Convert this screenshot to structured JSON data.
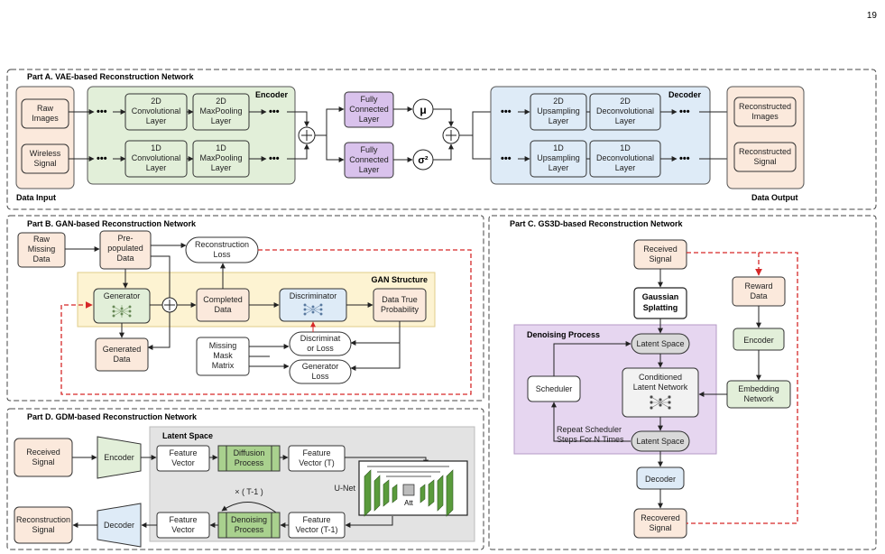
{
  "page_number": "19",
  "partA": {
    "title": "Part A. VAE-based Reconstruction Network",
    "raw_images": [
      "Raw",
      "Images"
    ],
    "wireless_signal": [
      "Wireless",
      "Signal"
    ],
    "data_input": "Data Input",
    "encoder": "Encoder",
    "conv2d": [
      "2D",
      "Convolutional",
      "Layer"
    ],
    "pool2d": [
      "2D",
      "MaxPooling",
      "Layer"
    ],
    "conv1d": [
      "1D",
      "Convolutional",
      "Layer"
    ],
    "pool1d": [
      "1D",
      "MaxPooling",
      "Layer"
    ],
    "fc1": [
      "Fully",
      "Connected",
      "Layer"
    ],
    "fc2": [
      "Fully",
      "Connected",
      "Layer"
    ],
    "mu": "μ",
    "sigma": "σ²",
    "decoder": "Decoder",
    "up2d": [
      "2D",
      "Upsampling",
      "Layer"
    ],
    "deconv2d": [
      "2D",
      "Deconvolutional",
      "Layer"
    ],
    "up1d": [
      "1D",
      "Upsampling",
      "Layer"
    ],
    "deconv1d": [
      "1D",
      "Deconvolutional",
      "Layer"
    ],
    "rec_images": [
      "Reconstructed",
      "Images"
    ],
    "rec_signal": [
      "Reconstructed",
      "Signal"
    ],
    "data_output": "Data Output"
  },
  "partB": {
    "title": "Part B. GAN-based Reconstruction Network",
    "raw_missing": [
      "Raw",
      "Missing",
      "Data"
    ],
    "prepopulated": [
      "Pre-",
      "populated",
      "Data"
    ],
    "reconstruction_loss": [
      "Reconstruction",
      "Loss"
    ],
    "gan_structure": "GAN Structure",
    "generator": "Generator",
    "completed": [
      "Completed",
      "Data"
    ],
    "discriminator": "Discriminator",
    "true_prob": [
      "Data True",
      "Probability"
    ],
    "generated": [
      "Generated",
      "Data"
    ],
    "mask": [
      "Missing",
      "Mask",
      "Matrix"
    ],
    "disc_loss": [
      "Discriminat",
      "or Loss"
    ],
    "gen_loss": [
      "Generator",
      "Loss"
    ]
  },
  "partC": {
    "title": "Part C. GS3D-based Reconstruction Network",
    "received": [
      "Received",
      "Signal"
    ],
    "gaussian": [
      "Gaussian",
      "Splatting"
    ],
    "denoising_process": "Denoising Process",
    "latent_space": "Latent Space",
    "conditioned": [
      "Conditioned",
      "Latent Network"
    ],
    "scheduler": "Scheduler",
    "repeat": [
      "Repeat Scheduler",
      "Steps For N Times"
    ],
    "reward": [
      "Reward",
      "Data"
    ],
    "encoder": "Encoder",
    "embedding": [
      "Embedding",
      "Network"
    ],
    "decoder": "Decoder",
    "recovered": [
      "Recovered",
      "Signal"
    ]
  },
  "partD": {
    "title": "Part D. GDM-based Reconstruction Network",
    "latent_space": "Latent Space",
    "received": [
      "Received",
      "Signal"
    ],
    "encoder": "Encoder",
    "feature_vector": [
      "Feature",
      "Vector"
    ],
    "diffusion": [
      "Diffusion",
      "Process"
    ],
    "feature_t": [
      "Feature",
      "Vector (T)"
    ],
    "unet": "U-Net",
    "att": "Att",
    "repeat": "× ( T-1 )",
    "denoising": [
      "Denoising",
      "Process"
    ],
    "feature_t1": [
      "Feature",
      "Vector (T-1)"
    ],
    "decoder": "Decoder",
    "reconstruction": [
      "Reconstruction",
      "Signal"
    ],
    "feature_vector2": [
      "Feature",
      "Vector"
    ]
  },
  "colors": {
    "input_panel": "#fbe9dc",
    "encoder_panel": "#e2efd9",
    "fc_layer": "#d9c2ec",
    "decoder_panel": "#deebf7",
    "gan_panel": "#fdf3d2",
    "denoise_panel": "#e6d6f0",
    "latent_panel": "#e3e3e3",
    "gray_node": "#d9d9d9",
    "green_block": "#a9d18e",
    "unet_green": "#5a9b3c",
    "red_dash": "#d62828"
  }
}
